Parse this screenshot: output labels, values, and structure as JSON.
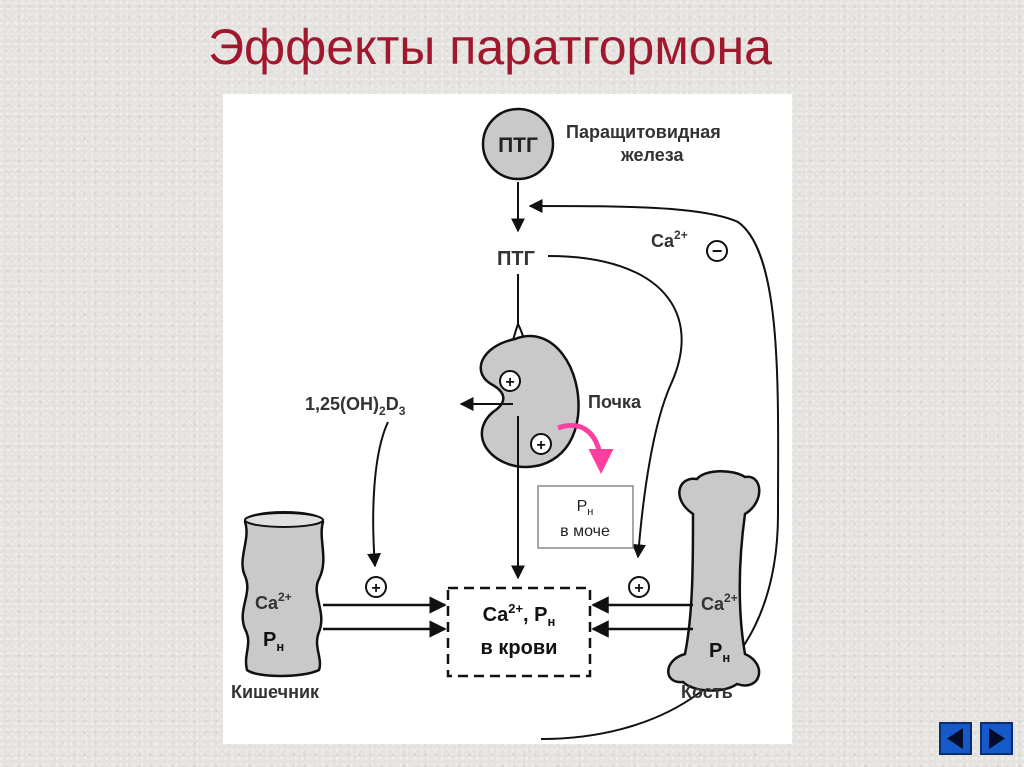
{
  "title": "Эффекты паратгормона",
  "nodes": {
    "gland": {
      "abbr": "ПТГ",
      "label_line1": "Паращитовидная",
      "label_line2": "железа"
    },
    "ptg": "ПТГ",
    "ca_feedback": {
      "base": "Ca",
      "sup": "2+"
    },
    "vitamin_d": {
      "part1": "1,25(OH)",
      "sub1": "2",
      "part2": "D",
      "sub2": "3"
    },
    "kidney": "Почка",
    "urine": {
      "base": "P",
      "sub": "н",
      "line2": "в моче"
    },
    "blood": {
      "base1": "Ca",
      "sup1": "2+",
      "sep": ", P",
      "sub": "н",
      "line2": "в крови"
    },
    "intestine": {
      "label": "Кишечник",
      "ca_base": "Ca",
      "ca_sup": "2+",
      "p_base": "P",
      "p_sub": "н"
    },
    "bone": {
      "label": "Кость",
      "ca_base": "Ca",
      "ca_sup": "2+",
      "p_base": "P",
      "p_sub": "н"
    }
  },
  "signs": {
    "plus": "+",
    "minus": "−"
  },
  "colors": {
    "title": "#a0182e",
    "accent_arrow": "#ff3fa0",
    "organ_fill": "#c9c9c9",
    "nav": "#1659c8"
  },
  "nav": {
    "prev_icon": "triangle-left-icon",
    "next_icon": "triangle-right-icon"
  }
}
